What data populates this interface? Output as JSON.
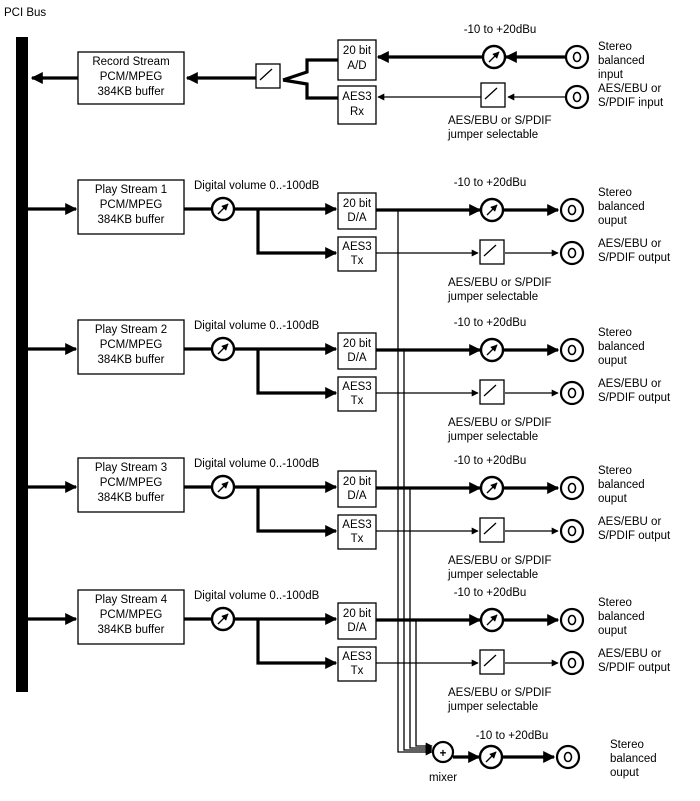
{
  "bus_label": "PCI Bus",
  "record": {
    "box_lines": [
      "Record Stream",
      "PCM/MPEG",
      "384KB buffer"
    ],
    "ad_lines": [
      "20 bit",
      "A/D"
    ],
    "rx_lines": [
      "AES3",
      "Rx"
    ],
    "gain_label": "-10 to +20dBu",
    "jumper_lines": [
      "AES/EBU or S/PDIF",
      "jumper selectable"
    ],
    "analog_lines": [
      "Stereo",
      "balanced",
      "input"
    ],
    "digital_lines": [
      "AES/EBU or",
      "S/PDIF input"
    ]
  },
  "play": [
    {
      "box_lines": [
        "Play Stream 1",
        "PCM/MPEG",
        "384KB buffer"
      ],
      "volume_label": "Digital volume 0..-100dB",
      "da_lines": [
        "20 bit",
        "D/A"
      ],
      "tx_lines": [
        "AES3",
        "Tx"
      ],
      "gain_label": "-10 to +20dBu",
      "jumper_lines": [
        "AES/EBU or S/PDIF",
        "jumper selectable"
      ],
      "analog_lines": [
        "Stereo",
        "balanced",
        "ouput"
      ],
      "digital_lines": [
        "AES/EBU or",
        "S/PDIF output"
      ]
    },
    {
      "box_lines": [
        "Play Stream 2",
        "PCM/MPEG",
        "384KB buffer"
      ],
      "volume_label": "Digital volume 0..-100dB",
      "da_lines": [
        "20 bit",
        "D/A"
      ],
      "tx_lines": [
        "AES3",
        "Tx"
      ],
      "gain_label": "-10 to +20dBu",
      "jumper_lines": [
        "AES/EBU or S/PDIF",
        "jumper selectable"
      ],
      "analog_lines": [
        "Stereo",
        "balanced",
        "ouput"
      ],
      "digital_lines": [
        "AES/EBU or",
        "S/PDIF output"
      ]
    },
    {
      "box_lines": [
        "Play Stream 3",
        "PCM/MPEG",
        "384KB buffer"
      ],
      "volume_label": "Digital volume 0..-100dB",
      "da_lines": [
        "20 bit",
        "D/A"
      ],
      "tx_lines": [
        "AES3",
        "Tx"
      ],
      "gain_label": "-10 to +20dBu",
      "jumper_lines": [
        "AES/EBU or S/PDIF",
        "jumper selectable"
      ],
      "analog_lines": [
        "Stereo",
        "balanced",
        "ouput"
      ],
      "digital_lines": [
        "AES/EBU or",
        "S/PDIF output"
      ]
    },
    {
      "box_lines": [
        "Play Stream 4",
        "PCM/MPEG",
        "384KB buffer"
      ],
      "volume_label": "Digital volume 0..-100dB",
      "da_lines": [
        "20 bit",
        "D/A"
      ],
      "tx_lines": [
        "AES3",
        "Tx"
      ],
      "gain_label": "-10 to +20dBu",
      "jumper_lines": [
        "AES/EBU or S/PDIF",
        "jumper selectable"
      ],
      "analog_lines": [
        "Stereo",
        "balanced",
        "ouput"
      ],
      "digital_lines": [
        "AES/EBU or",
        "S/PDIF output"
      ]
    }
  ],
  "mixer": {
    "label": "mixer",
    "symbol": "+",
    "gain_label": "-10 to +20dBu",
    "output_lines": [
      "Stereo",
      "balanced",
      "ouput"
    ]
  }
}
